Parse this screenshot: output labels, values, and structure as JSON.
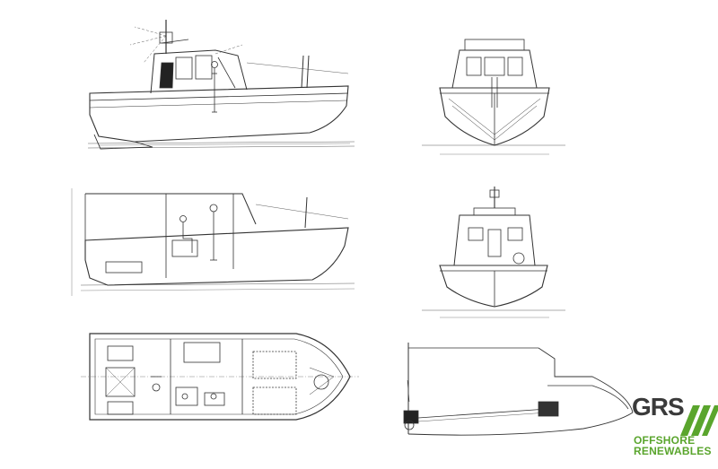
{
  "logo": {
    "brand": "GRS",
    "line1": "OFFSHORE",
    "line2": "RENEWABLES",
    "accent_color": "#5aa52d",
    "dark_color": "#3a3a3a"
  },
  "drawing": {
    "line_color": "#333333",
    "views": [
      "side-elevation-top",
      "front-view",
      "side-section",
      "rear-view",
      "deck-plan",
      "stern-drive-detail"
    ]
  }
}
